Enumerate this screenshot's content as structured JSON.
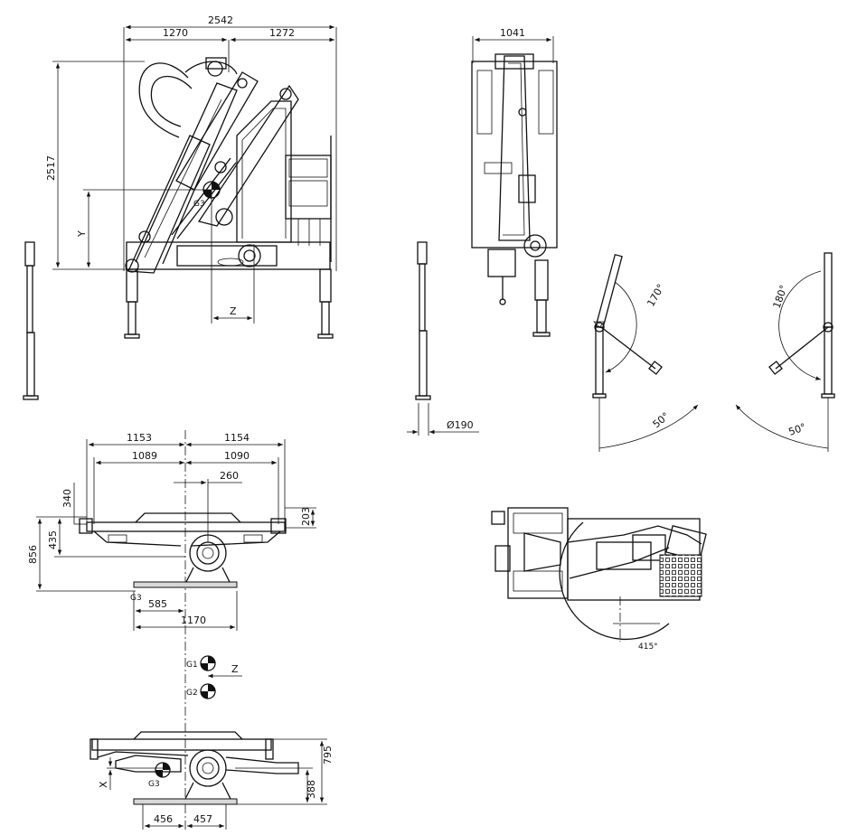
{
  "side_view": {
    "width_total": "2542",
    "width_left": "1270",
    "width_right": "1272",
    "height": "2517",
    "y_label": "Y",
    "z_label": "Z",
    "cog_label": "G3"
  },
  "rear_view": {
    "width": "1041"
  },
  "leg_detail": {
    "diameter": "Ø190"
  },
  "swing_diagrams": {
    "left_upper_angle": "170°",
    "left_lower_angle": "50°",
    "right_upper_angle": "180°",
    "right_lower_angle": "50°"
  },
  "top_view": {
    "slew_angle": "415°"
  },
  "front_view_upper": {
    "span_left": "1153",
    "span_right": "1154",
    "inner_left": "1089",
    "inner_right": "1090",
    "offset": "260",
    "h_340": "340",
    "h_435": "435",
    "h_856": "856",
    "h_203": "203",
    "cog_label": "G3",
    "dist_585": "585",
    "dist_1170": "1170"
  },
  "cog_markers": {
    "g1": "G1",
    "g2": "G2",
    "z_label": "Z"
  },
  "front_view_lower": {
    "h_795": "795",
    "h_388": "388",
    "x_label": "X",
    "cog_label": "G3",
    "dist_456": "456",
    "dist_457": "457"
  }
}
